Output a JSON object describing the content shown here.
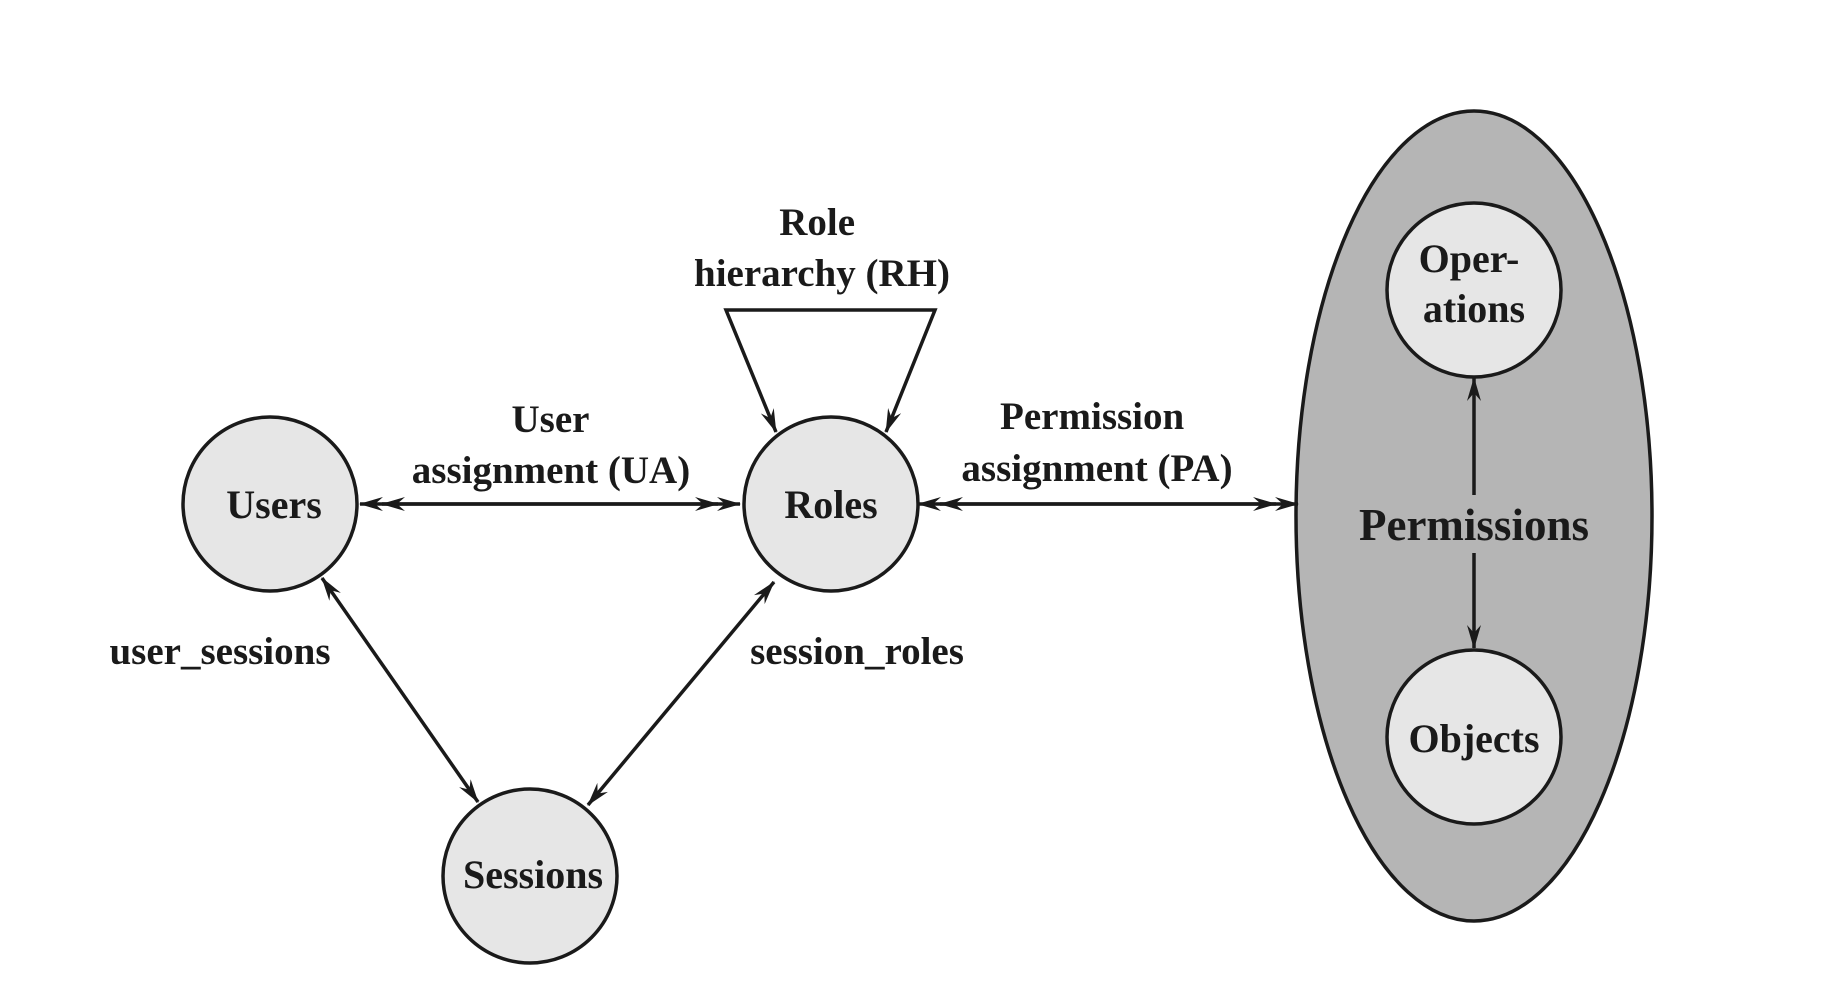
{
  "colors": {
    "node_fill": "#e6e6e6",
    "group_fill": "#b5b5b5",
    "stroke": "#1a1a1a",
    "background": "#ffffff"
  },
  "nodes": {
    "users": "Users",
    "roles": "Roles",
    "sessions": "Sessions",
    "operations": [
      "Oper-",
      "ations"
    ],
    "objects": "Objects"
  },
  "group": {
    "permissions": "Permissions"
  },
  "edges": {
    "user_assignment": [
      "User",
      "assignment (UA)"
    ],
    "permission_assignment": [
      "Permission",
      "assignment (PA)"
    ],
    "role_hierarchy": [
      "Role",
      "hierarchy (RH)"
    ],
    "user_sessions": "user_sessions",
    "session_roles": "session_roles"
  }
}
